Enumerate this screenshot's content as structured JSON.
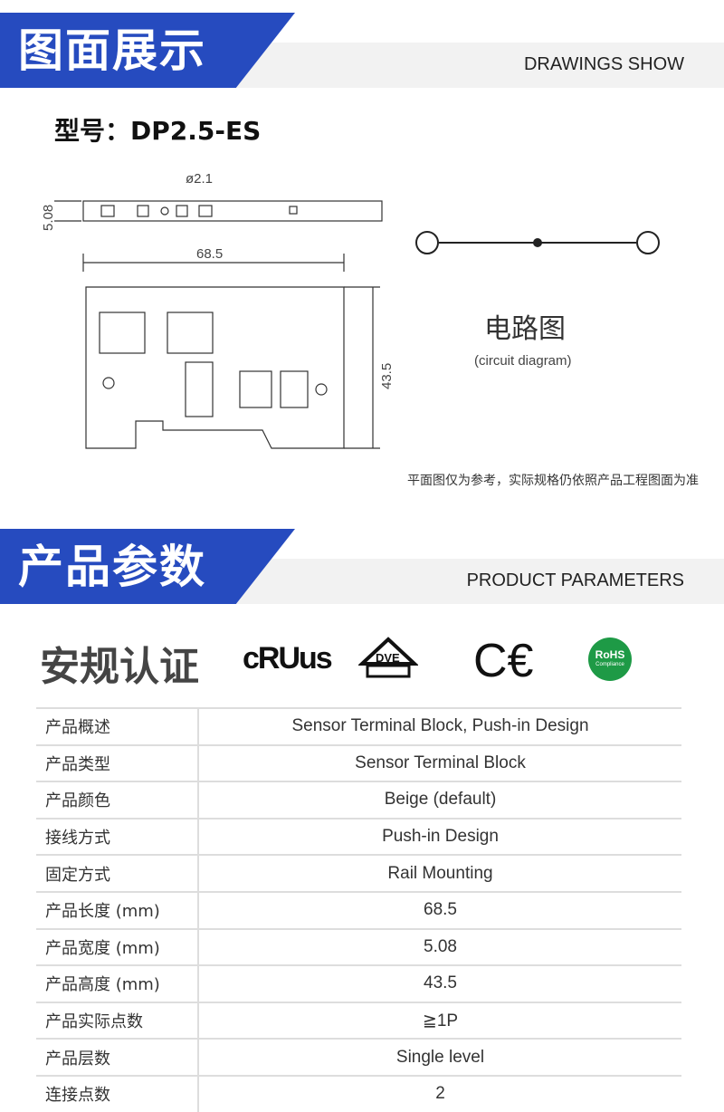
{
  "drawings_banner": {
    "title_cn": "图面展示",
    "title_en": "DRAWINGS SHOW"
  },
  "model": "型号：DP2.5-ES",
  "drawing": {
    "dia": "ø2.1",
    "width": "5.08",
    "length": "68.5",
    "height": "43.5"
  },
  "circuit": {
    "label": "电路图",
    "sub": "(circuit diagram)"
  },
  "note": "平面图仅为参考，实际规格仍依照产品工程图面为准",
  "params_banner": {
    "title_cn": "产品参数",
    "title_en": "PRODUCT PARAMETERS"
  },
  "certs": {
    "title": "安规认证",
    "ul": "cRUus",
    "vde": "DVE",
    "ce": "CE",
    "rohs": "RoHS",
    "rohs_sub": "Compliance"
  },
  "colors": {
    "brand": "#264bbf",
    "rohs": "#1e9a46"
  },
  "table": [
    {
      "k": "产品概述",
      "v": "Sensor Terminal Block, Push-in Design"
    },
    {
      "k": "产品类型",
      "v": "Sensor Terminal Block"
    },
    {
      "k": "产品颜色",
      "v": "Beige (default)"
    },
    {
      "k": "接线方式",
      "v": "Push-in Design"
    },
    {
      "k": "固定方式",
      "v": "Rail Mounting"
    },
    {
      "k": "产品长度 (mm)",
      "v": "68.5"
    },
    {
      "k": "产品宽度 (mm)",
      "v": "5.08"
    },
    {
      "k": "产品高度 (mm)",
      "v": "43.5"
    },
    {
      "k": "产品实际点数",
      "v": "≧1P"
    },
    {
      "k": "产品层数",
      "v": "Single level"
    },
    {
      "k": "连接点数",
      "v": "2"
    }
  ]
}
